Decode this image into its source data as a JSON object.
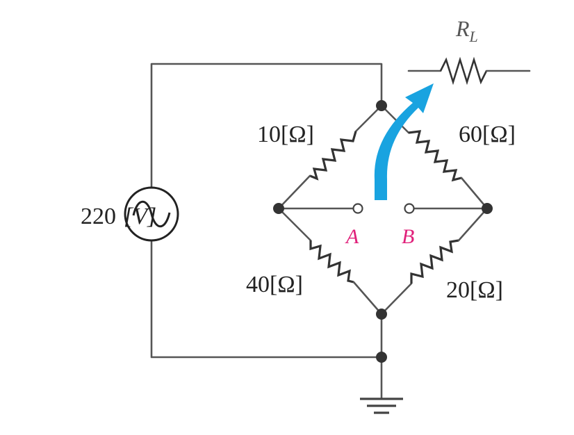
{
  "source": {
    "voltage_label": "220",
    "unit_label": "[V]"
  },
  "resistors": {
    "top_left": "10[Ω]",
    "top_right": "60[Ω]",
    "bottom_left": "40[Ω]",
    "bottom_right": "20[Ω]"
  },
  "terminals": {
    "a": "A",
    "b": "B"
  },
  "load": {
    "symbol": "R",
    "subscript": "L"
  },
  "colors": {
    "arrow": "#19a3e0",
    "terminal_labels": "#e0207a",
    "wires": "#555555"
  },
  "icons": {
    "source": "ac-source-icon",
    "ground": "ground-icon",
    "arrow": "curved-arrow-icon"
  }
}
